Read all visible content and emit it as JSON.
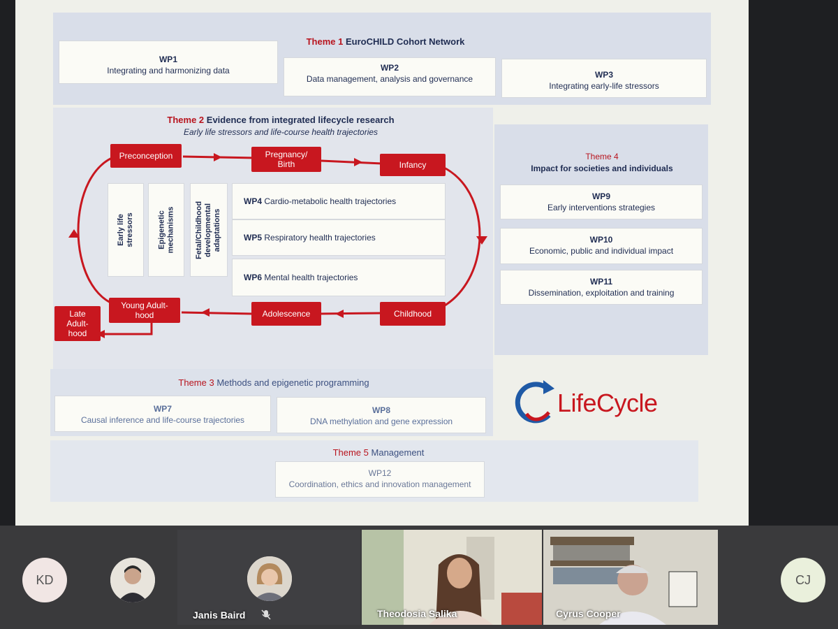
{
  "slide": {
    "theme1": {
      "number": "Theme 1",
      "title": "EuroCHILD Cohort Network",
      "wps": [
        {
          "id": "WP1",
          "desc": "Integrating and harmonizing data"
        },
        {
          "id": "WP2",
          "desc": "Data management, analysis and governance"
        },
        {
          "id": "WP3",
          "desc": "Integrating early-life stressors"
        }
      ]
    },
    "theme2": {
      "number": "Theme 2",
      "title": "Evidence from integrated lifecycle research",
      "subtitle": "Early life stressors and life-course health trajectories",
      "stages": {
        "preconception": "Preconception",
        "pregnancy": "Pregnancy/\nBirth",
        "infancy": "Infancy",
        "childhood": "Childhood",
        "adolescence": "Adolescence",
        "young_adulthood": "Young Adult-\nhood",
        "late_adulthood": "Late\nAdult-\nhood"
      },
      "columns": [
        "Early life\nstressors",
        "Epigenetic\nmechanisms",
        "Fetal/Childhood\ndevelopmental\nadaptations"
      ],
      "wps": [
        {
          "id": "WP4",
          "desc": "Cardio-metabolic health trajectories"
        },
        {
          "id": "WP5",
          "desc": "Respiratory health trajectories"
        },
        {
          "id": "WP6",
          "desc": "Mental health trajectories"
        }
      ]
    },
    "theme3": {
      "number": "Theme 3",
      "title": "Methods and epigenetic programming",
      "wps": [
        {
          "id": "WP7",
          "desc": "Causal inference and life-course trajectories"
        },
        {
          "id": "WP8",
          "desc": "DNA methylation and gene expression"
        }
      ]
    },
    "theme4": {
      "number": "Theme 4",
      "title": "Impact for societies and individuals",
      "wps": [
        {
          "id": "WP9",
          "desc": "Early interventions strategies"
        },
        {
          "id": "WP10",
          "desc": "Economic, public and individual impact"
        },
        {
          "id": "WP11",
          "desc": "Dissemination, exploitation and training"
        }
      ]
    },
    "theme5": {
      "number": "Theme 5",
      "title": "Management",
      "wps": [
        {
          "id": "WP12",
          "desc": "Coordination, ethics and innovation management"
        }
      ]
    },
    "logo": {
      "text": "LifeCycle"
    }
  },
  "participants": [
    {
      "initials": "KD"
    },
    {
      "name": "",
      "icon": "user-photo"
    },
    {
      "name": "Janis Baird",
      "muted": true
    },
    {
      "name": "Theodosia Salika"
    },
    {
      "name": "Cyrus Cooper"
    },
    {
      "initials": "CJ"
    }
  ],
  "colors": {
    "accent_red": "#c8171f",
    "navy": "#1f2c52",
    "band": "#d9dee9",
    "logo_blue": "#1f5aa6"
  }
}
